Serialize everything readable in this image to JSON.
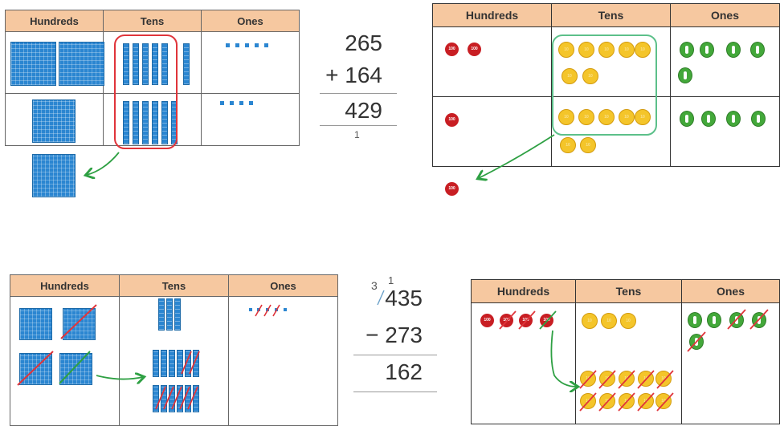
{
  "headers": {
    "hundreds": "Hundreds",
    "tens": "Tens",
    "ones": "Ones"
  },
  "addition": {
    "top": "265",
    "bottom": "+ 164",
    "result": "429",
    "carry": "1"
  },
  "subtraction": {
    "top": "435",
    "borrow_small": "3",
    "borrow_one": "1",
    "bottom": "− 273",
    "result": "162"
  },
  "disc_labels": {
    "hundred": "100",
    "ten": "10"
  },
  "colors": {
    "header": "#f6c8a0",
    "base10_block": "#2b86d1",
    "hundred_disc": "#c81e23",
    "ten_disc": "#f4c52a",
    "one_disc": "#43a83a",
    "regroup_box_red": "#e0343a",
    "regroup_box_green": "#5cc08a",
    "arrow": "#2ea043",
    "cross_out": "#e0343a"
  },
  "icons": [
    "hundred-flat",
    "ten-rod",
    "unit-cube",
    "place-value-disc",
    "regroup-arrow",
    "cross-out-mark"
  ]
}
